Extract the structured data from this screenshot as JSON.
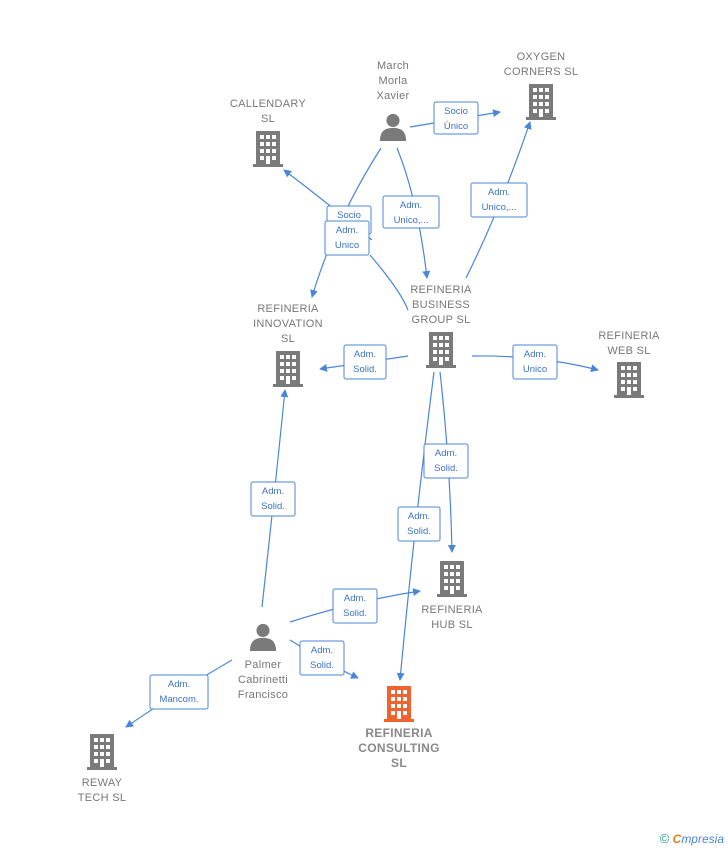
{
  "nodes": {
    "march": {
      "label": [
        "March",
        "Morla",
        "Xavier"
      ],
      "type": "person"
    },
    "oxygen": {
      "label": [
        "OXYGEN",
        "CORNERS  SL"
      ],
      "type": "company"
    },
    "callendary": {
      "label": [
        "CALLENDARY",
        "SL"
      ],
      "type": "company"
    },
    "business": {
      "label": [
        "REFINERIA",
        "BUSINESS",
        "GROUP  SL"
      ],
      "type": "company"
    },
    "innovation": {
      "label": [
        "REFINERIA",
        "INNOVATION",
        "SL"
      ],
      "type": "company"
    },
    "web": {
      "label": [
        "REFINERIA",
        "WEB  SL"
      ],
      "type": "company"
    },
    "hub": {
      "label": [
        "REFINERIA",
        "HUB  SL"
      ],
      "type": "company"
    },
    "palmer": {
      "label": [
        "Palmer",
        "Cabrinetti",
        "Francisco"
      ],
      "type": "person"
    },
    "consulting": {
      "label": [
        "REFINERIA",
        "CONSULTING",
        "SL"
      ],
      "type": "company-main"
    },
    "reway": {
      "label": [
        "REWAY",
        "TECH  SL"
      ],
      "type": "company"
    }
  },
  "edges": [
    {
      "id": "e1",
      "label": [
        "Socio",
        "Único"
      ]
    },
    {
      "id": "e2",
      "label": [
        "Adm.",
        "Unico,..."
      ]
    },
    {
      "id": "e3",
      "label": [
        "Adm.",
        "Unico,..."
      ]
    },
    {
      "id": "e4",
      "label": [
        "Socio",
        ""
      ]
    },
    {
      "id": "e5",
      "label": [
        "Adm.",
        "Unico"
      ]
    },
    {
      "id": "e6",
      "label": [
        "Adm.",
        "Solid."
      ]
    },
    {
      "id": "e7",
      "label": [
        "Adm.",
        "Unico"
      ]
    },
    {
      "id": "e8",
      "label": [
        "Adm.",
        "Solid."
      ]
    },
    {
      "id": "e9",
      "label": [
        "Adm.",
        "Solid."
      ]
    },
    {
      "id": "e10",
      "label": [
        "Adm.",
        "Solid."
      ]
    },
    {
      "id": "e11",
      "label": [
        "Adm.",
        "Solid."
      ]
    },
    {
      "id": "e12",
      "label": [
        "Adm.",
        "Solid."
      ]
    },
    {
      "id": "e13",
      "label": [
        "Adm.",
        "Mancom."
      ]
    }
  ],
  "colors": {
    "edge": "#4a86d8",
    "building": "#7a7a7a",
    "main_building": "#f0622e",
    "person": "#7a7a7a"
  },
  "brand": {
    "copyright": "©",
    "first_letter": "C",
    "rest": "mpresia"
  }
}
